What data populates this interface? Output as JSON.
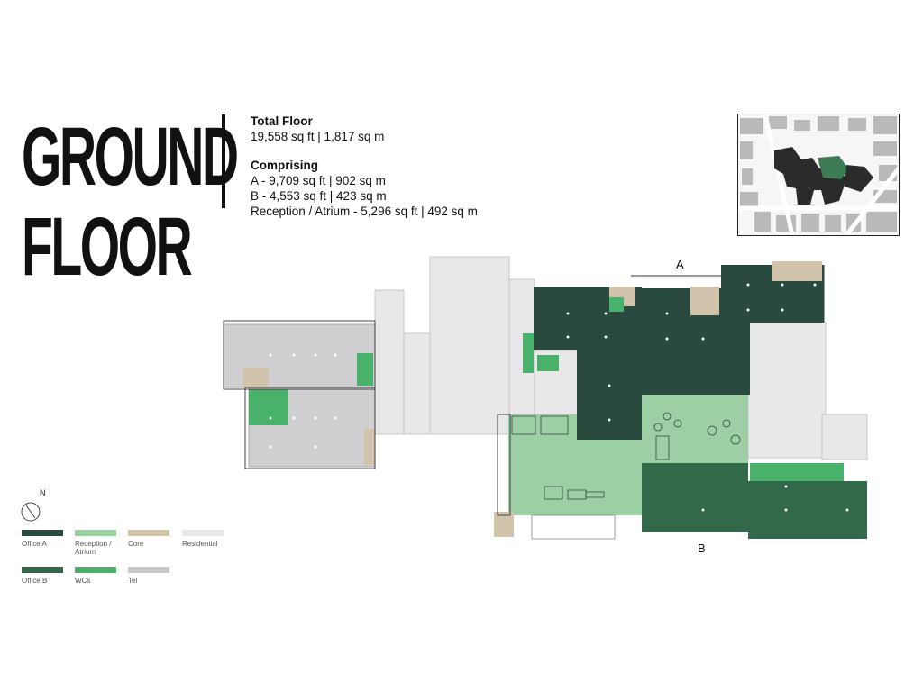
{
  "heading": {
    "line1": "GROUND",
    "line2": "FLOOR"
  },
  "summary": {
    "total_heading": "Total Floor",
    "total_value": "19,558 sq ft | 1,817 sq m",
    "comprising_heading": "Comprising",
    "items": [
      "A - 9,709 sq ft | 902 sq m",
      "B - 4,553 sq ft | 423 sq m",
      "Reception / Atrium - 5,296 sq ft | 492 sq m"
    ]
  },
  "plan_labels": {
    "a": "A",
    "b": "B"
  },
  "compass": {
    "label": "N"
  },
  "colors": {
    "office_a": "#2a4a3f",
    "reception_atrium": "#9dcfa5",
    "core": "#d2c3ad",
    "residential": "#e8e8ea",
    "office_b": "#33694b",
    "wcs": "#49b26a",
    "tel": "#c9c9cb"
  },
  "legend": [
    {
      "label": "Office A",
      "color": "#2a4a3f"
    },
    {
      "label": "Reception / Atrium",
      "color": "#9dcfa5"
    },
    {
      "label": "Core",
      "color": "#d2c3ad"
    },
    {
      "label": "Residential",
      "color": "#e8e8ea"
    },
    {
      "label": "Office B",
      "color": "#33694b"
    },
    {
      "label": "WCs",
      "color": "#49b26a"
    },
    {
      "label": "Tel",
      "color": "#c9c9cb"
    }
  ]
}
